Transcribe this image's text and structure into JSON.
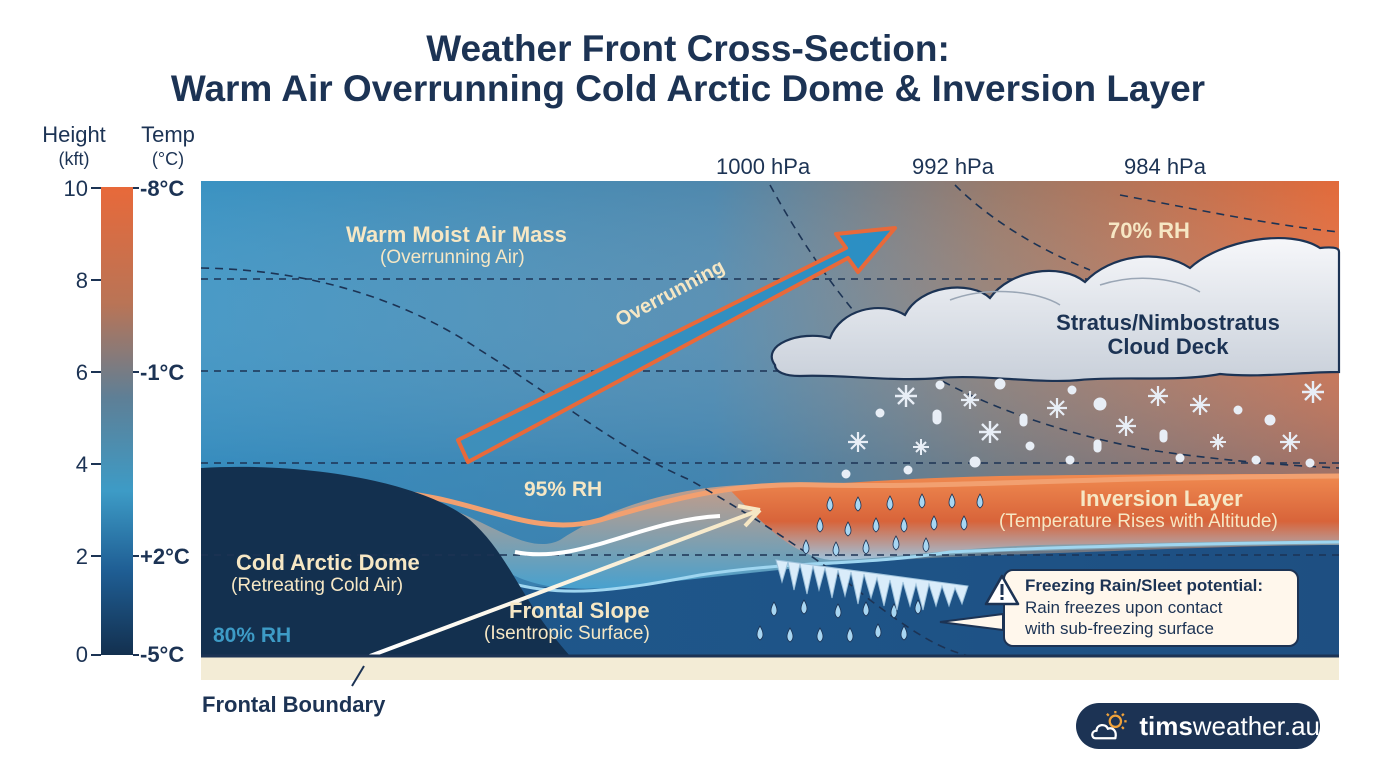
{
  "title_line1": "Weather Front Cross-Section:",
  "title_line2": "Warm Air Overrunning Cold Arctic Dome & Inversion Layer",
  "axes": {
    "height_label": "Height",
    "height_unit": "(kft)",
    "temp_label": "Temp",
    "temp_unit": "(°C)",
    "height_ticks": [
      "10",
      "8",
      "6",
      "4",
      "2",
      "0"
    ],
    "temp_ticks": [
      "-8°C",
      "-1°C",
      "+2°C",
      "-5°C"
    ]
  },
  "pressure_labels": [
    "1000 hPa",
    "992 hPa",
    "984 hPa"
  ],
  "labels": {
    "warm_air_title": "Warm Moist Air Mass",
    "warm_air_sub": "(Overrunning Air)",
    "rh_70": "70% RH",
    "overrunning": "Overrunning",
    "cloud_title_1": "Stratus/Nimbostratus",
    "cloud_title_2": "Cloud Deck",
    "rh_95": "95% RH",
    "inversion_title": "Inversion Layer",
    "inversion_sub": "(Temperature Rises with Altitude)",
    "cold_dome_title": "Cold Arctic Dome",
    "cold_dome_sub": "(Retreating Cold Air)",
    "rh_80": "80% RH",
    "frontal_slope_title": "Frontal Slope",
    "frontal_slope_sub": "(Isentropic Surface)",
    "frontal_boundary": "Frontal Boundary",
    "warning_title": "Freezing Rain/Sleet potential:",
    "warning_line1": "Rain freezes upon contact",
    "warning_line2": "with sub-freezing surface"
  },
  "brand": {
    "name_bold": "tims",
    "name_rest": "weather.au"
  },
  "colors": {
    "warm_orange": "#e8693a",
    "cold_navy": "#13304f",
    "mid_blue": "#3d9bc6",
    "text_navy": "#1c3354",
    "label_cream": "#f6e7c4",
    "sun_orange": "#f0a23a"
  },
  "icons": [
    "snowflake-icon",
    "raindrop-icon",
    "warning-icon",
    "cloud-sun-icon"
  ]
}
